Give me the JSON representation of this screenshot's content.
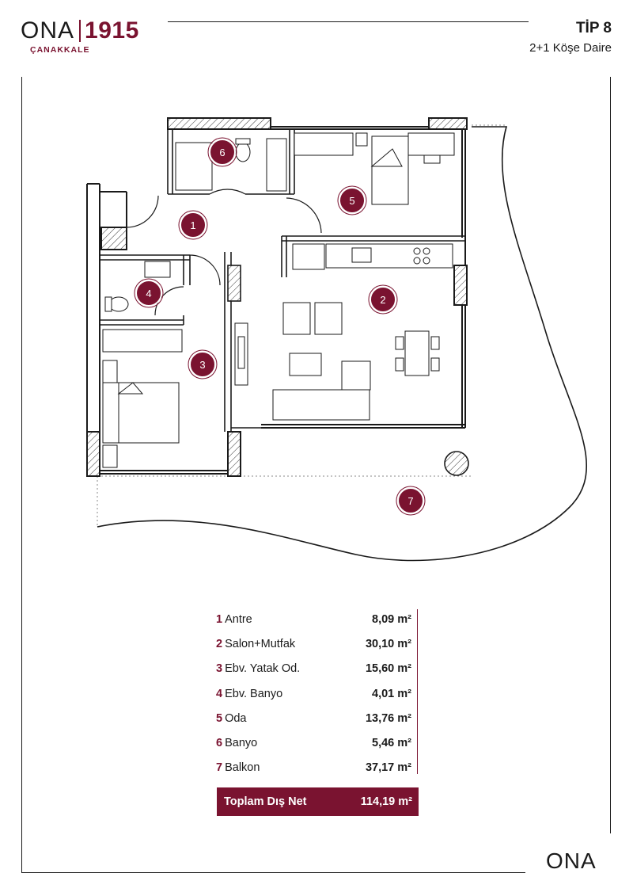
{
  "brand": {
    "name": "ONA",
    "year": "1915",
    "city": "ÇANAKKALE"
  },
  "header": {
    "title": "TİP 8",
    "subtitle": "2+1 Köşe Daire"
  },
  "plan": {
    "badges": [
      {
        "num": "1",
        "room": "Antre"
      },
      {
        "num": "2",
        "room": "Salon+Mutfak"
      },
      {
        "num": "3",
        "room": "Ebv. Yatak Od."
      },
      {
        "num": "4",
        "room": "Ebv. Banyo"
      },
      {
        "num": "5",
        "room": "Oda"
      },
      {
        "num": "6",
        "room": "Banyo"
      },
      {
        "num": "7",
        "room": "Balkon"
      }
    ]
  },
  "areas": [
    {
      "num": "1",
      "label": "Antre",
      "value": "8,09 m²"
    },
    {
      "num": "2",
      "label": "Salon+Mutfak",
      "value": "30,10 m²"
    },
    {
      "num": "3",
      "label": "Ebv. Yatak Od.",
      "value": "15,60 m²"
    },
    {
      "num": "4",
      "label": "Ebv. Banyo",
      "value": "4,01 m²"
    },
    {
      "num": "5",
      "label": "Oda",
      "value": "13,76 m²"
    },
    {
      "num": "6",
      "label": "Banyo",
      "value": "5,46 m²"
    },
    {
      "num": "7",
      "label": "Balkon",
      "value": "37,17 m²"
    }
  ],
  "total": {
    "label": "Toplam Dış Net",
    "value": "114,19 m²"
  },
  "footer": {
    "logo": "ONA"
  },
  "colors": {
    "accent": "#7a1330",
    "ink": "#1a1a1a"
  }
}
